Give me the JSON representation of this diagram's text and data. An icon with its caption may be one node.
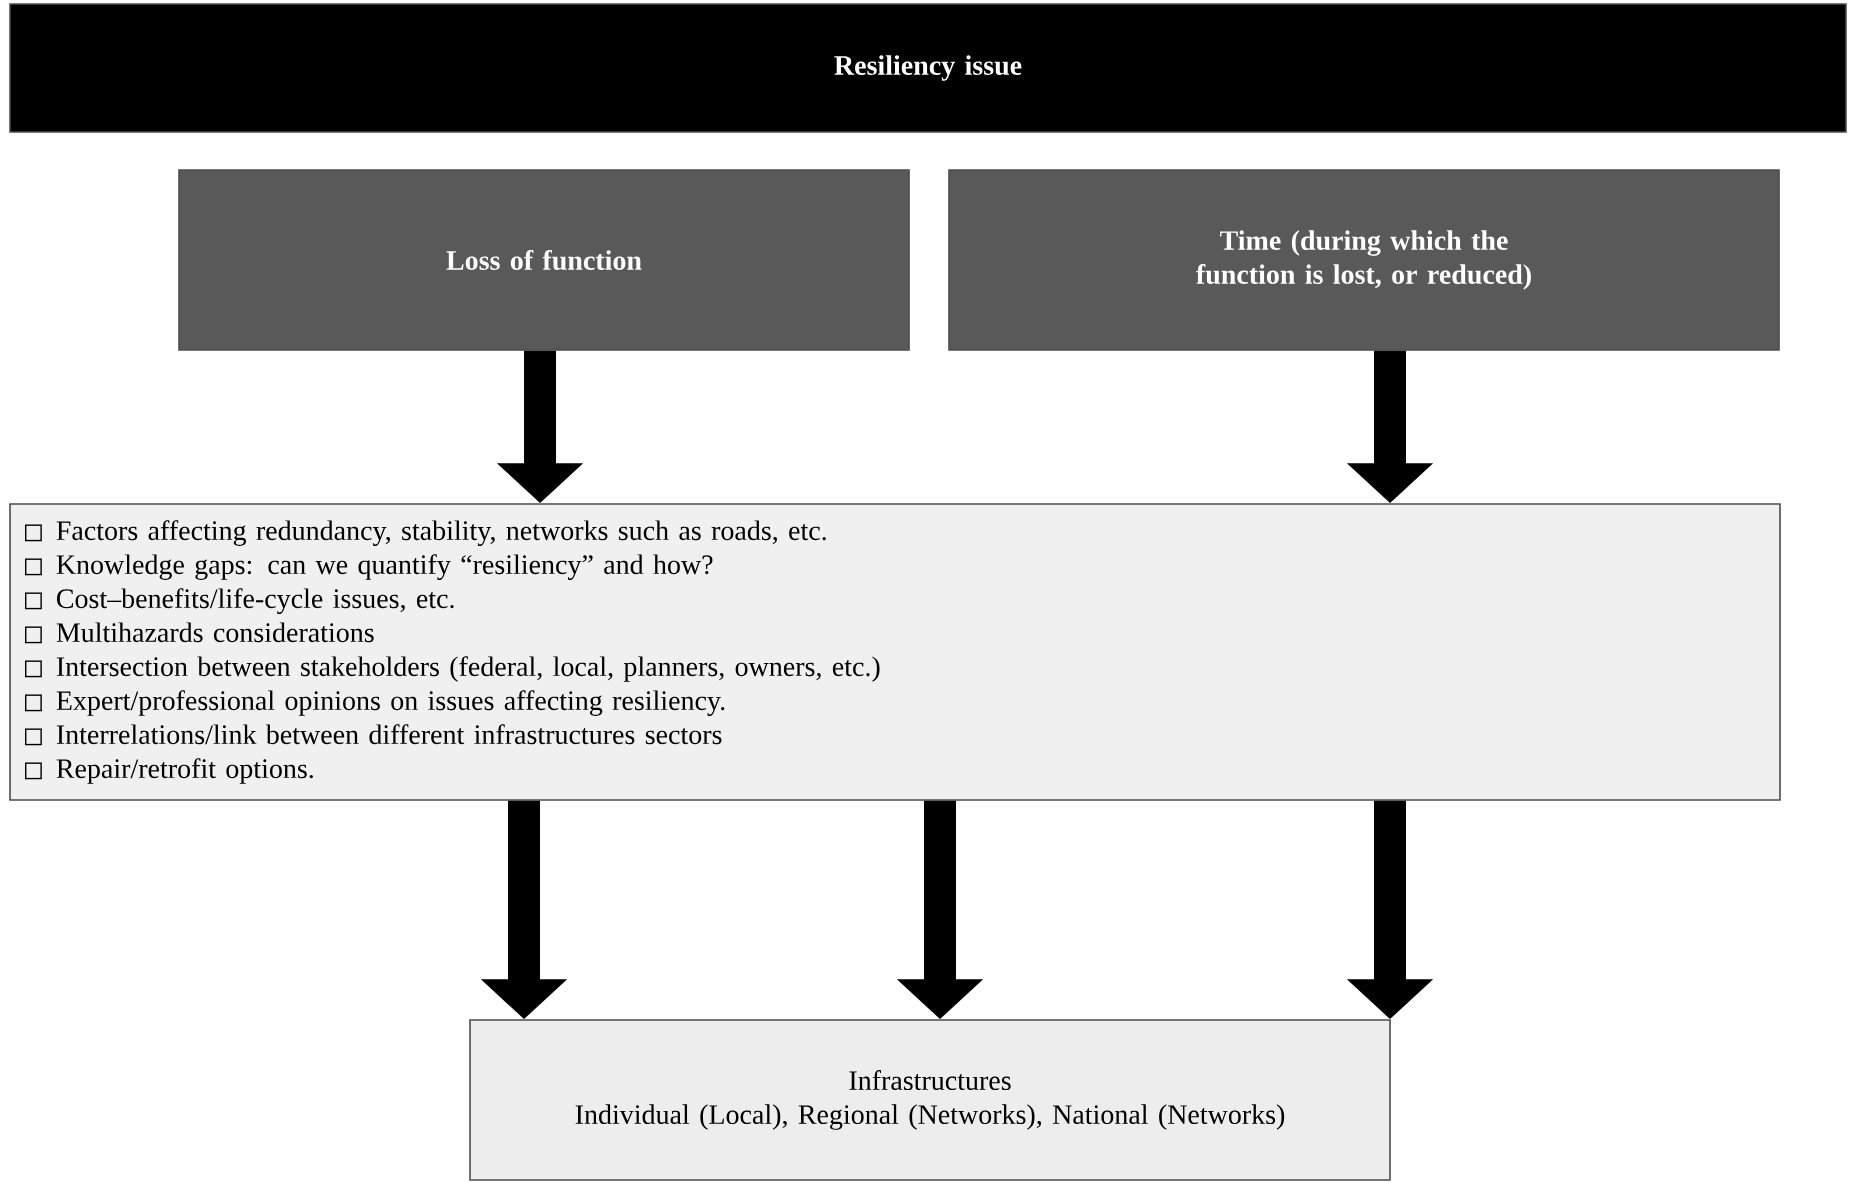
{
  "diagram": {
    "nodes": [
      {
        "text": [
          "Resiliency issue"
        ]
      },
      {
        "text": [
          "Loss of function"
        ]
      },
      {
        "text": [
          "Time (during which the function is lost, or reduced)"
        ]
      },
      {
        "text": [
          "Factors affecting redundancy, stability, networks such as roads, etc.",
          "Knowledge gaps: can we quantify “resiliency” and how?",
          "Cost–benefits/life-cycle issues, etc.",
          "Multihazards considerations",
          "Intersection between stakeholders (federal, local, planners, owners, etc.)",
          "Expert/professional opinions on issues affecting resiliency.",
          "Interrelations/link between different infrastructures sectors",
          "Repair/retrofit options."
        ]
      },
      {
        "text": [
          "Infrastructures",
          "Individual (Local), Regional (Networks), National (Networks)"
        ]
      }
    ],
    "edges": [
      {
        "from": 1,
        "to": 3,
        "arrow": "to"
      },
      {
        "from": 2,
        "to": 3,
        "arrow": "to"
      },
      {
        "from": 3,
        "to": 4,
        "arrow": "to"
      },
      {
        "from": 3,
        "to": 4,
        "arrow": "to"
      },
      {
        "from": 3,
        "to": 4,
        "arrow": "to"
      }
    ]
  }
}
